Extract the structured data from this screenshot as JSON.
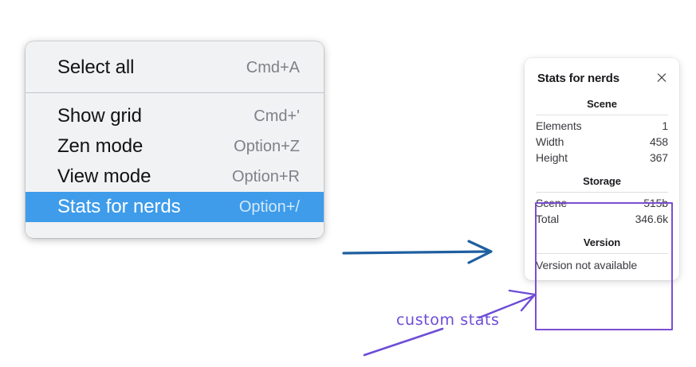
{
  "menu": {
    "groups": [
      {
        "name": "group-top",
        "items": [
          {
            "label": "Select all",
            "shortcut": "Cmd+A",
            "selected": false
          }
        ]
      },
      {
        "name": "group-bottom",
        "items": [
          {
            "label": "Show grid",
            "shortcut": "Cmd+'",
            "selected": false
          },
          {
            "label": "Zen mode",
            "shortcut": "Option+Z",
            "selected": false
          },
          {
            "label": "View mode",
            "shortcut": "Option+R",
            "selected": false
          },
          {
            "label": "Stats for nerds",
            "shortcut": "Option+/",
            "selected": true
          }
        ]
      }
    ],
    "items": [
      {
        "label": "Select all",
        "shortcut": "Cmd+A"
      },
      {
        "label": "Show grid",
        "shortcut": "Cmd+'"
      },
      {
        "label": "Zen mode",
        "shortcut": "Option+Z"
      },
      {
        "label": "View mode",
        "shortcut": "Option+R"
      },
      {
        "label": "Stats for nerds",
        "shortcut": "Option+/"
      }
    ],
    "highlight_color": "#3e9cea",
    "background_color": "#f1f2f4"
  },
  "stats_panel": {
    "title": "Stats for nerds",
    "close_icon": "close-icon",
    "sections": [
      {
        "heading": "Scene",
        "rows": [
          {
            "key": "Elements",
            "value": "1"
          },
          {
            "key": "Width",
            "value": "458"
          },
          {
            "key": "Height",
            "value": "367"
          }
        ]
      },
      {
        "heading": "Storage",
        "rows": [
          {
            "key": "Scene",
            "value": "515b"
          },
          {
            "key": "Total",
            "value": "346.6k"
          }
        ]
      },
      {
        "heading": "Version",
        "single": "Version not available"
      }
    ],
    "scene": {
      "heading": "Scene",
      "elements_label": "Elements",
      "elements_value": "1",
      "width_label": "Width",
      "width_value": "458",
      "height_label": "Height",
      "height_value": "367"
    },
    "storage": {
      "heading": "Storage",
      "scene_label": "Scene",
      "scene_value": "515b",
      "total_label": "Total",
      "total_value": "346.6k"
    },
    "version": {
      "heading": "Version",
      "text": "Version not available"
    },
    "highlight_color": "#7c4dd1"
  },
  "annotations": {
    "callout_text": "custom stats",
    "callout_color": "#6d4cd6",
    "flow_arrow_color": "#1f5fa0",
    "flow_arrow_name": "menu-to-panel-arrow"
  }
}
